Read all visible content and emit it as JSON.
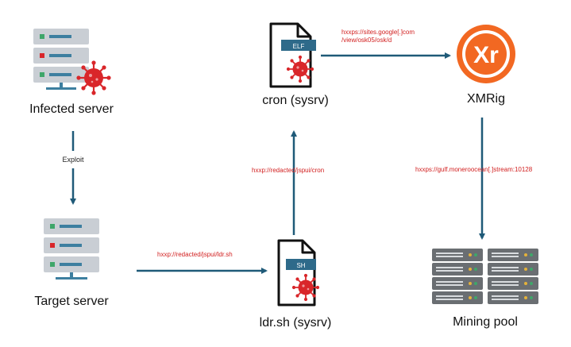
{
  "nodes": {
    "infected_server": {
      "label": "Infected server"
    },
    "target_server": {
      "label": "Target server"
    },
    "cron": {
      "label": "cron (sysrv)",
      "file_tag": "ELF"
    },
    "ldr": {
      "label": "ldr.sh (sysrv)",
      "file_tag": "SH"
    },
    "xmrig": {
      "label": "XMRig",
      "logo_text": "Xr"
    },
    "mining_pool": {
      "label": "Mining pool"
    }
  },
  "edges": {
    "exploit": {
      "label": "Exploit"
    },
    "to_ldr": {
      "label": "hxxp://redacted/jspui/ldr.sh"
    },
    "to_cron": {
      "label": "hxxp://redacted/jspui/cron"
    },
    "to_xmrig": {
      "line1": "hxxps://sites.google[.]com",
      "line2": "/view/osk05/osk/d"
    },
    "to_pool": {
      "label": "hxxps://gulf.moneroocean[.]stream:10128"
    }
  },
  "colors": {
    "arrow": "#1f5a78",
    "server_body": "#c9ced4",
    "server_accent": "#3d7fa0",
    "virus": "#d9262a",
    "url_text": "#d22020",
    "xmrig_orange": "#f26822"
  }
}
